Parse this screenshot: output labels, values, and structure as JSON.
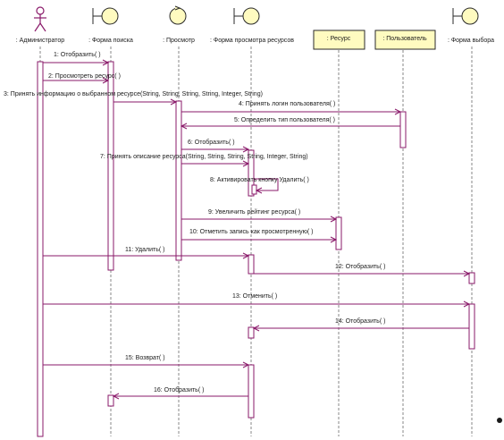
{
  "colors": {
    "message": "#8a1a6a",
    "object_fill": "#fffbc0",
    "lifeline": "#6a6a6a"
  },
  "lifelines": [
    {
      "id": "admin",
      "label": ": Администратор",
      "icon": "actor"
    },
    {
      "id": "search_form",
      "label": ": Форма поиска",
      "icon": "boundary"
    },
    {
      "id": "view",
      "label": ": Просмотр",
      "icon": "control"
    },
    {
      "id": "resview_form",
      "label": ": Форма просмотра ресурсов",
      "icon": "boundary"
    },
    {
      "id": "resource",
      "label": ": Ресурс",
      "icon": "entity"
    },
    {
      "id": "user",
      "label": ": Пользователь",
      "icon": "entity"
    },
    {
      "id": "choice_form",
      "label": ": Форма выбора",
      "icon": "boundary"
    }
  ],
  "messages": [
    {
      "n": 1,
      "label": "1: Отобразить( )",
      "from": "admin",
      "to": "search_form"
    },
    {
      "n": 2,
      "label": "2: Просмотреть ресурс( )",
      "from": "admin",
      "to": "search_form"
    },
    {
      "n": 3,
      "label": "3: Принять информацию о выбранном ресурсе(String, String, String, String, Integer, String)",
      "from": "search_form",
      "to": "view"
    },
    {
      "n": 4,
      "label": "4: Принять логин пользователя( )",
      "from": "view",
      "to": "user"
    },
    {
      "n": 5,
      "label": "5: Определить тип пользователя( )",
      "from": "user",
      "to": "view"
    },
    {
      "n": 6,
      "label": "6: Отобразить( )",
      "from": "view",
      "to": "resview_form"
    },
    {
      "n": 7,
      "label": "7: Принять описание ресурса(String, String, String, String, Integer, String)",
      "from": "view",
      "to": "resview_form"
    },
    {
      "n": 8,
      "label": "8: Активировать кнопку Удалить( )",
      "from": "resview_form",
      "to": "resview_form"
    },
    {
      "n": 9,
      "label": "9: Увеличить рейтинг ресурса( )",
      "from": "view",
      "to": "resource"
    },
    {
      "n": 10,
      "label": "10: Отметить запись как просмотренную( )",
      "from": "view",
      "to": "resource"
    },
    {
      "n": 11,
      "label": "11: Удалить( )",
      "from": "admin",
      "to": "resview_form"
    },
    {
      "n": 12,
      "label": "12: Отобразить( )",
      "from": "resview_form",
      "to": "choice_form"
    },
    {
      "n": 13,
      "label": "13: Отменить( )",
      "from": "admin",
      "to": "choice_form"
    },
    {
      "n": 14,
      "label": "14: Отобразить( )",
      "from": "choice_form",
      "to": "resview_form"
    },
    {
      "n": 15,
      "label": "15: Возврат( )",
      "from": "admin",
      "to": "resview_form"
    },
    {
      "n": 16,
      "label": "16: Отобразить( )",
      "from": "resview_form",
      "to": "search_form"
    }
  ]
}
